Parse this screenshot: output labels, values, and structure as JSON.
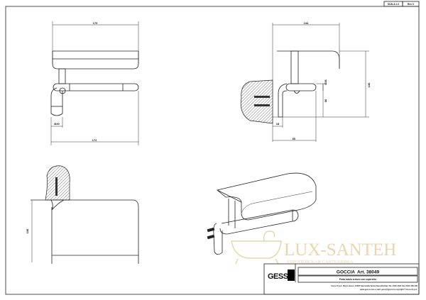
{
  "header_box": {
    "scale": "SCALA 1:2",
    "revision": "Rev. 0"
  },
  "dimensions": {
    "top_width": "170",
    "bottom_width": "172",
    "diameter_bar": "Ø20",
    "side_depth": "134",
    "side_height": "136",
    "side_bar_height": "66",
    "side_diameter": "Ø26",
    "side_wall_offset": "18",
    "side_projection": "60",
    "front_height": "136"
  },
  "watermark": {
    "title": "LUX-SANTEH",
    "subtitle": "ЕВРОПЕЙСКАЯ САНТЕХНИКА"
  },
  "title_block": {
    "logo": "GESSI",
    "product_title": "GOCCIA  Art. 38049",
    "description": "Porta rotolo a muro con coperchio",
    "footer_line1": "Gessi S.p.A. Parco Gessi, 13037 Serravalle Sesia (Vercelli) Italy Tel. 0163 4541 Fax 0163 459 400",
    "footer_line2": "www.gessi.com e-mail: gessi@gessi.it  copyright © Gessi S.p.A."
  }
}
